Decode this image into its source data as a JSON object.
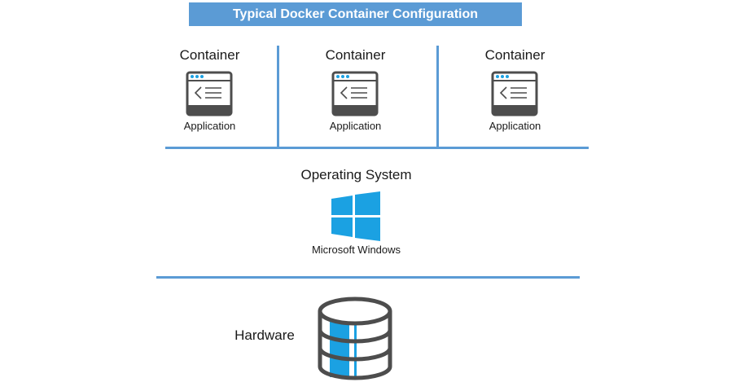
{
  "title": "Typical Docker Container Configuration",
  "containers": [
    {
      "label": "Container",
      "app_label": "Application",
      "icon": "application-window-icon"
    },
    {
      "label": "Container",
      "app_label": "Application",
      "icon": "application-window-icon"
    },
    {
      "label": "Container",
      "app_label": "Application",
      "icon": "application-window-icon"
    }
  ],
  "os": {
    "label": "Operating System",
    "name": "Microsoft Windows",
    "icon": "windows-logo-icon"
  },
  "hardware": {
    "label": "Hardware",
    "icon": "database-icon"
  },
  "colors": {
    "accent": "#5b9bd5",
    "icon_blue": "#1ba1e2",
    "icon_gray": "#4d4d4d"
  }
}
